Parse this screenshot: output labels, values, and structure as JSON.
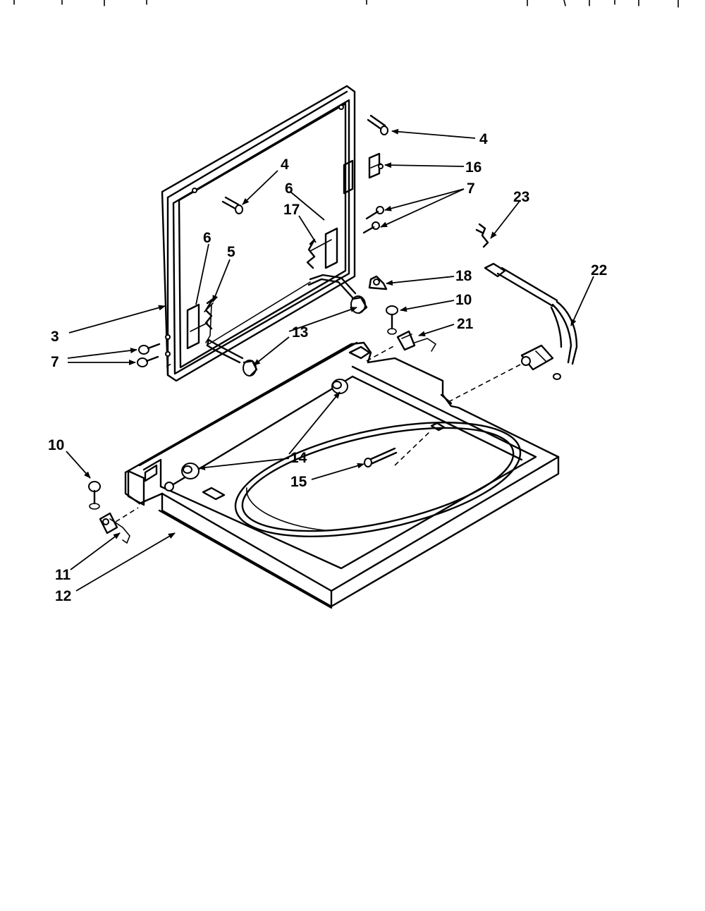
{
  "callouts": [
    {
      "id": "c4a",
      "text": "4"
    },
    {
      "id": "c16",
      "text": "16"
    },
    {
      "id": "c4b",
      "text": "4"
    },
    {
      "id": "c6a",
      "text": "6"
    },
    {
      "id": "c7a",
      "text": "7"
    },
    {
      "id": "c23",
      "text": "23"
    },
    {
      "id": "c17",
      "text": "17"
    },
    {
      "id": "c6b",
      "text": "6"
    },
    {
      "id": "c5",
      "text": "5"
    },
    {
      "id": "c18",
      "text": "18"
    },
    {
      "id": "c22",
      "text": "22"
    },
    {
      "id": "c10a",
      "text": "10"
    },
    {
      "id": "c21",
      "text": "21"
    },
    {
      "id": "c3",
      "text": "3"
    },
    {
      "id": "c13",
      "text": "13"
    },
    {
      "id": "c7b",
      "text": "7"
    },
    {
      "id": "c10b",
      "text": "10"
    },
    {
      "id": "c14",
      "text": "14"
    },
    {
      "id": "c15",
      "text": "15"
    },
    {
      "id": "c11",
      "text": "11"
    },
    {
      "id": "c12",
      "text": "12"
    }
  ]
}
